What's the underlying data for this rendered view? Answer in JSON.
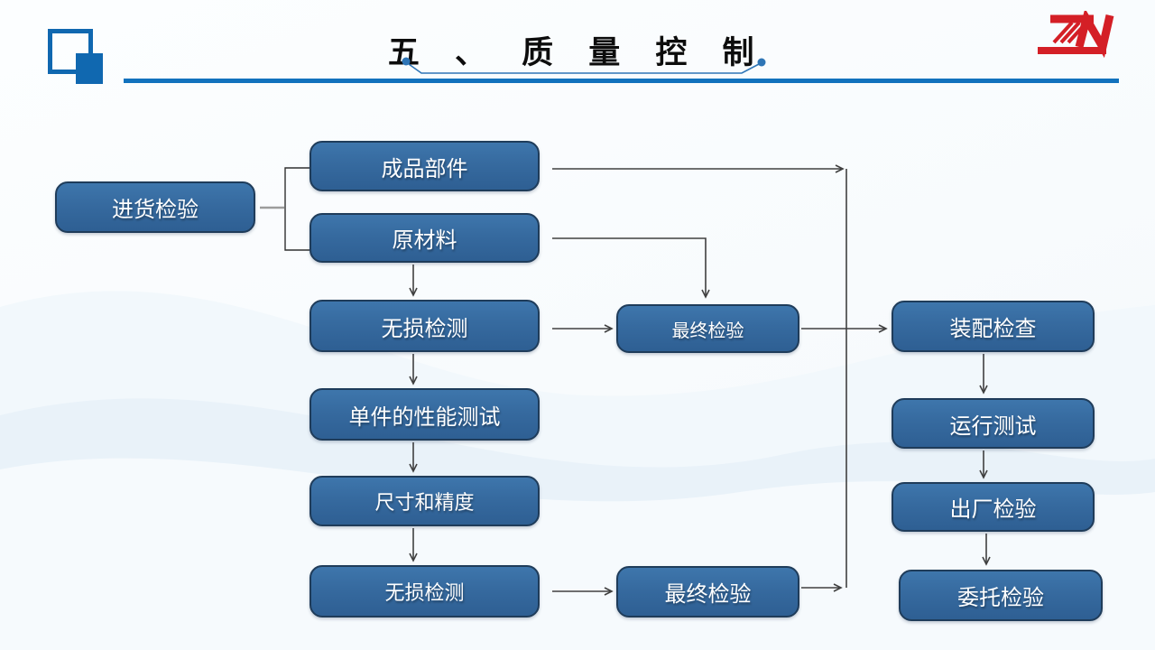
{
  "slide": {
    "title": "五 、 质 量 控 制"
  },
  "colors": {
    "accent_blue": "#1272BD",
    "underline_blue": "#2E75B6",
    "node_fill": "#36699E",
    "node_border": "#1F3C5A",
    "arrow": "#404040",
    "logo_red": "#D41F26",
    "corner_icon_blue": "#1068B0"
  },
  "flowchart": {
    "nodes": [
      {
        "id": "incoming-inspection",
        "label": "进货检验"
      },
      {
        "id": "finished-parts",
        "label": "成品部件"
      },
      {
        "id": "raw-material",
        "label": "原材料"
      },
      {
        "id": "ndt-1",
        "label": "无损检测"
      },
      {
        "id": "unit-performance-test",
        "label": "单件的性能测试"
      },
      {
        "id": "dimension-accuracy",
        "label": "尺寸和精度"
      },
      {
        "id": "ndt-2",
        "label": "无损检测"
      },
      {
        "id": "final-inspection-1",
        "label": "最终检验"
      },
      {
        "id": "final-inspection-2",
        "label": "最终检验"
      },
      {
        "id": "assembly-check",
        "label": "装配检查"
      },
      {
        "id": "run-test",
        "label": "运行测试"
      },
      {
        "id": "factory-inspection",
        "label": "出厂检验"
      },
      {
        "id": "entrusted-inspection",
        "label": "委托检验"
      }
    ]
  }
}
